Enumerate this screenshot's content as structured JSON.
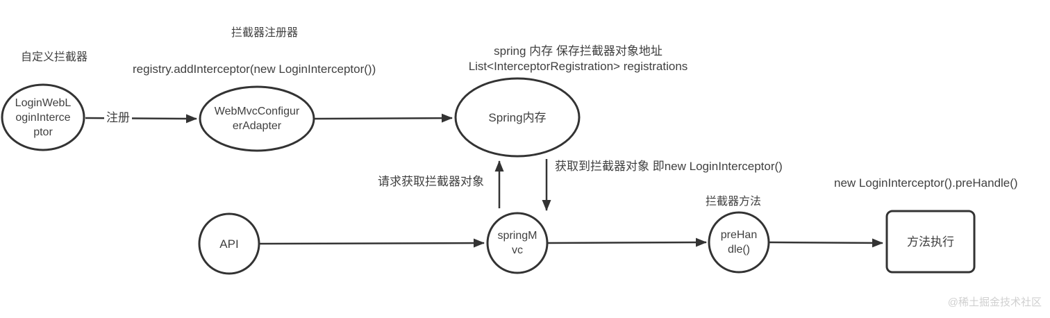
{
  "diagram": {
    "labels": {
      "custom_interceptor": "自定义拦截器",
      "interceptor_registry": "拦截器注册器",
      "registry_call": "registry.addInterceptor(new LoginInterceptor())",
      "spring_memory_desc_line1": "spring 内存 保存拦截器对象地址",
      "spring_memory_desc_line2": "List<InterceptorRegistration> registrations",
      "register": "注册",
      "request_get_interceptor": "请求获取拦截器对象",
      "got_interceptor": "获取到拦截器对象 即new LoginInterceptor()",
      "interceptor_method": "拦截器方法",
      "prehandle_call": "new LoginInterceptor().preHandle()"
    },
    "nodes": {
      "login_interceptor": {
        "lines": [
          "LoginWebL",
          "oginInterce",
          "ptor"
        ]
      },
      "webmvc_adapter": {
        "lines": [
          "WebMvcConfigur",
          "erAdapter"
        ]
      },
      "spring_memory": {
        "label": "Spring内存"
      },
      "api": {
        "label": "API"
      },
      "springmvc": {
        "lines": [
          "springM",
          "vc"
        ]
      },
      "prehandle": {
        "lines": [
          "preHan",
          "dle()"
        ]
      },
      "method_exec": {
        "label": "方法执行"
      }
    },
    "watermark": "@稀土掘金技术社区",
    "colors": {
      "stroke": "#333333",
      "text": "#404040",
      "background": "#ffffff",
      "watermark": "#d0d0d0"
    }
  }
}
